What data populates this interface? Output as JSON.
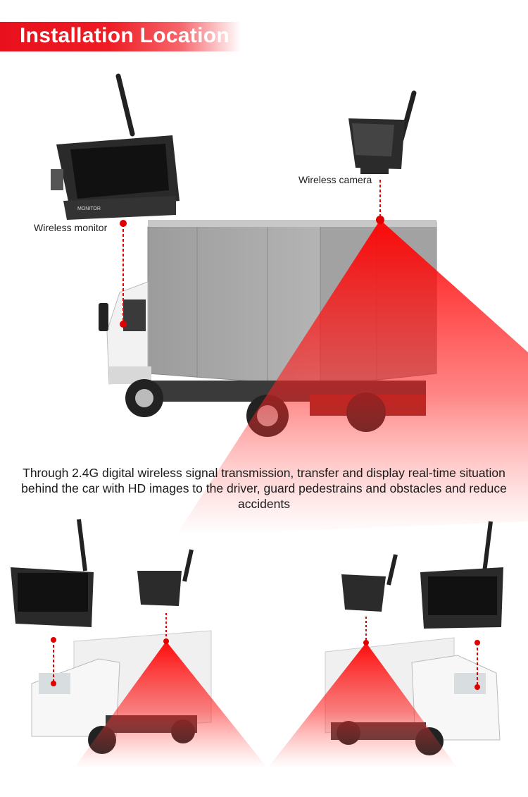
{
  "header": {
    "title": "Installation Location"
  },
  "labels": {
    "monitor": "Wireless monitor",
    "camera": "Wireless camera",
    "monitor_brand": "MONITOR"
  },
  "description": "Through 2.4G digital wireless signal transmission, transfer and display real-time situation behind the car with HD images to the driver, guard pedestrains and obstacles and reduce accidents",
  "colors": {
    "accent": "#e8101c",
    "truck_box": "#a8a8a8",
    "cab": "#f4f4f4"
  }
}
